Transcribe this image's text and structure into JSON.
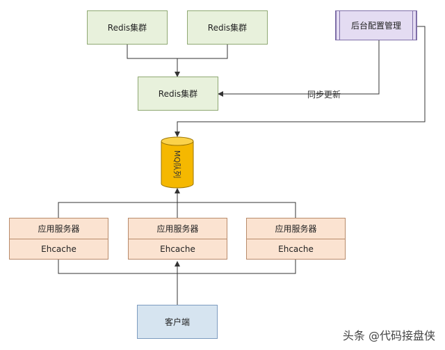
{
  "nodes": {
    "redis_cluster_1": "Redis集群",
    "redis_cluster_2": "Redis集群",
    "redis_cluster_main": "Redis集群",
    "admin": "后台配置管理",
    "mq": "MQ队列",
    "servers": [
      {
        "name": "应用服务器",
        "cache": "Ehcache"
      },
      {
        "name": "应用服务器",
        "cache": "Ehcache"
      },
      {
        "name": "应用服务器",
        "cache": "Ehcache"
      }
    ],
    "client": "客户端"
  },
  "edges": {
    "sync_label": "同步更新"
  },
  "watermark": "头条 @代码接盘侠",
  "colors": {
    "redis": "#e8f1dc",
    "admin": "#e4dcf2",
    "mq": "#f5b800",
    "server": "#fbe3d1",
    "client": "#d6e4f0"
  }
}
